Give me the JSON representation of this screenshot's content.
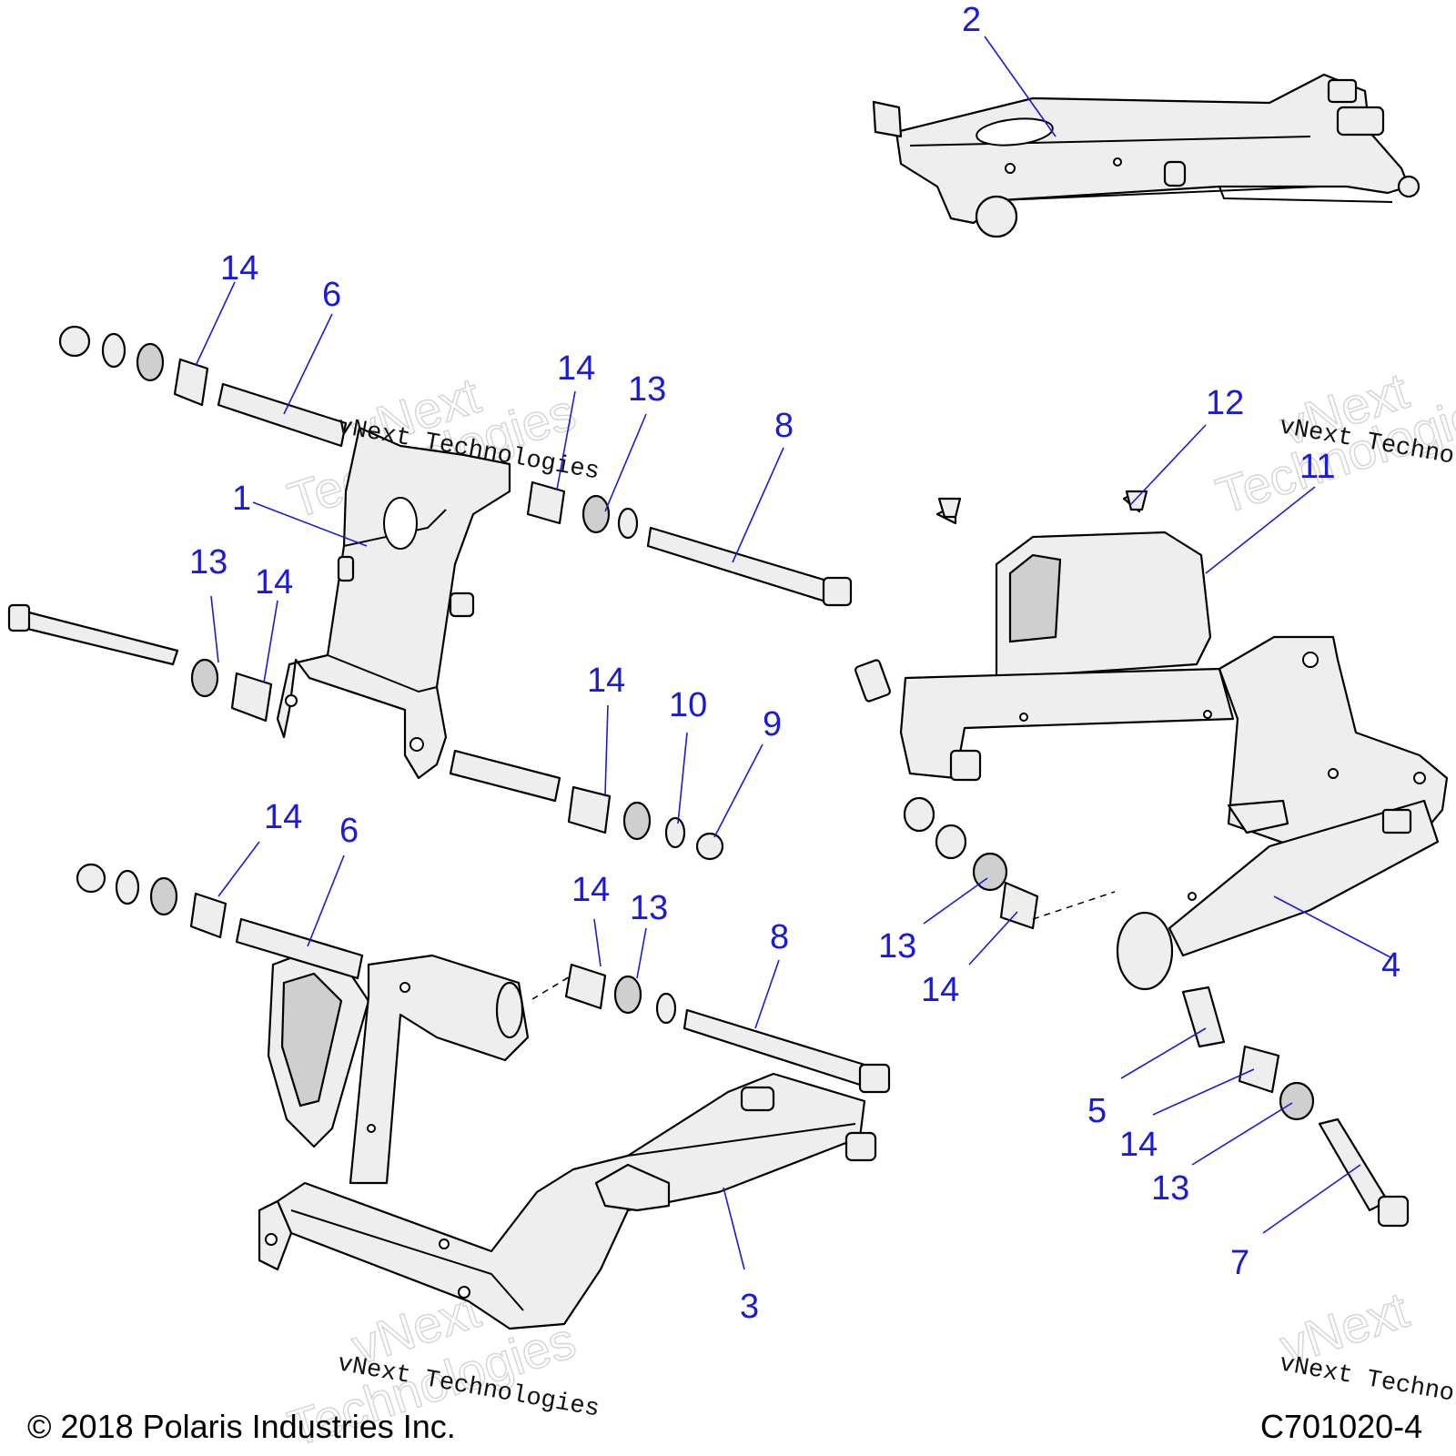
{
  "diagram": {
    "style": {
      "callout_color": "#1a1adb",
      "part_fill": "#eeeeee",
      "outline_color": "#000000"
    },
    "callouts": [
      {
        "id": "c2",
        "label": "2"
      },
      {
        "id": "c14a",
        "label": "14"
      },
      {
        "id": "c6a",
        "label": "6"
      },
      {
        "id": "c14b",
        "label": "14"
      },
      {
        "id": "c13a",
        "label": "13"
      },
      {
        "id": "c8a",
        "label": "8"
      },
      {
        "id": "c12",
        "label": "12"
      },
      {
        "id": "c11",
        "label": "11"
      },
      {
        "id": "c1",
        "label": "1"
      },
      {
        "id": "c13b",
        "label": "13"
      },
      {
        "id": "c14c",
        "label": "14"
      },
      {
        "id": "c14d",
        "label": "14"
      },
      {
        "id": "c10",
        "label": "10"
      },
      {
        "id": "c9",
        "label": "9"
      },
      {
        "id": "c14e",
        "label": "14"
      },
      {
        "id": "c6b",
        "label": "6"
      },
      {
        "id": "c14f",
        "label": "14"
      },
      {
        "id": "c13c",
        "label": "13"
      },
      {
        "id": "c8b",
        "label": "8"
      },
      {
        "id": "c13d",
        "label": "13"
      },
      {
        "id": "c14g",
        "label": "14"
      },
      {
        "id": "c4",
        "label": "4"
      },
      {
        "id": "c5",
        "label": "5"
      },
      {
        "id": "c14h",
        "label": "14"
      },
      {
        "id": "c13e",
        "label": "13"
      },
      {
        "id": "c7",
        "label": "7"
      },
      {
        "id": "c3",
        "label": "3"
      }
    ],
    "watermark": {
      "text": "vNext Technologies",
      "ghost_1": "vNext",
      "ghost_2": "Technologies"
    },
    "footer": {
      "copyright": "© 2018 Polaris Industries Inc.",
      "drawing_number": "C701020-4"
    }
  }
}
